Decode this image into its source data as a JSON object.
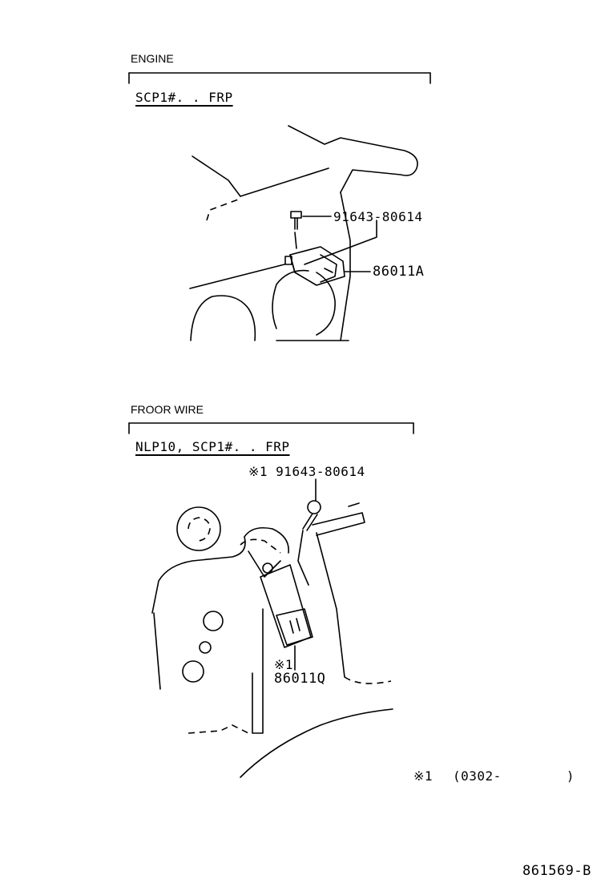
{
  "sections": [
    {
      "group_label": "ENGINE",
      "model_label": "SCP1#. . FRP",
      "callouts": [
        {
          "part_no": "91643-80614"
        },
        {
          "part_no": "86011A"
        }
      ]
    },
    {
      "group_label": "FROOR WIRE",
      "model_label": "NLP10, SCP1#. . FRP",
      "callouts": [
        {
          "part_no": "※1 91643-80614"
        },
        {
          "marker": "※1",
          "part_no": "86011Q"
        }
      ]
    }
  ],
  "footnote": {
    "marker": "※1",
    "text": "(0302-        )"
  },
  "drawing_no": "861569-B",
  "colors": {
    "line": "#000000",
    "background": "#ffffff"
  }
}
